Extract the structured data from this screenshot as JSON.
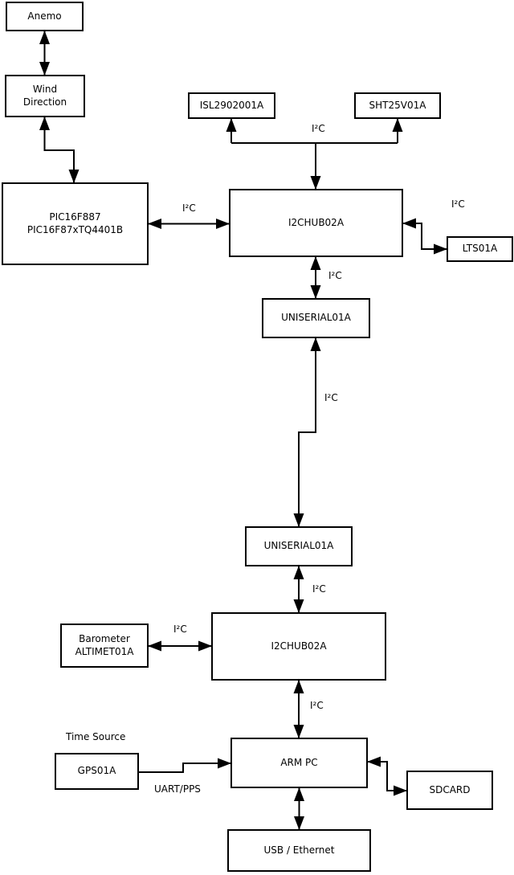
{
  "diagram": {
    "nodes": {
      "anemo": {
        "label": "Anemo"
      },
      "wind_direction": {
        "label": "Wind\nDirection"
      },
      "pic": {
        "label": "PIC16F887\nPIC16F87xTQ4401B"
      },
      "isl": {
        "label": "ISL2902001A"
      },
      "sht": {
        "label": "SHT25V01A"
      },
      "i2c_hub_1": {
        "label": "I2CHUB02A"
      },
      "lts": {
        "label": "LTS01A"
      },
      "uniserial_1": {
        "label": "UNISERIAL01A"
      },
      "uniserial_2": {
        "label": "UNISERIAL01A"
      },
      "i2c_hub_2": {
        "label": "I2CHUB02A"
      },
      "barometer": {
        "label": "Barometer\nALTIMET01A"
      },
      "gps": {
        "label": "GPS01A"
      },
      "arm_pc": {
        "label": "ARM PC"
      },
      "sdcard": {
        "label": "SDCARD"
      },
      "usb_ethernet": {
        "label": "USB / Ethernet"
      }
    },
    "edge_labels": {
      "i2c_sensors": "I²C",
      "i2c_pic_hub": "I²C",
      "i2c_hub_lts": "I²C",
      "i2c_hub_uniserial": "I²C",
      "i2c_backbone": "I²C",
      "i2c_uniserial_hub": "I²C",
      "i2c_barometer_hub": "I²C",
      "i2c_hub_armpc": "I²C",
      "uart_pps": "UART/PPS",
      "time_source": "Time Source"
    },
    "colors": {
      "line": "#000000",
      "box_border": "#000000",
      "box_fill": "#ffffff",
      "background": "#ffffff",
      "text": "#000000"
    }
  }
}
